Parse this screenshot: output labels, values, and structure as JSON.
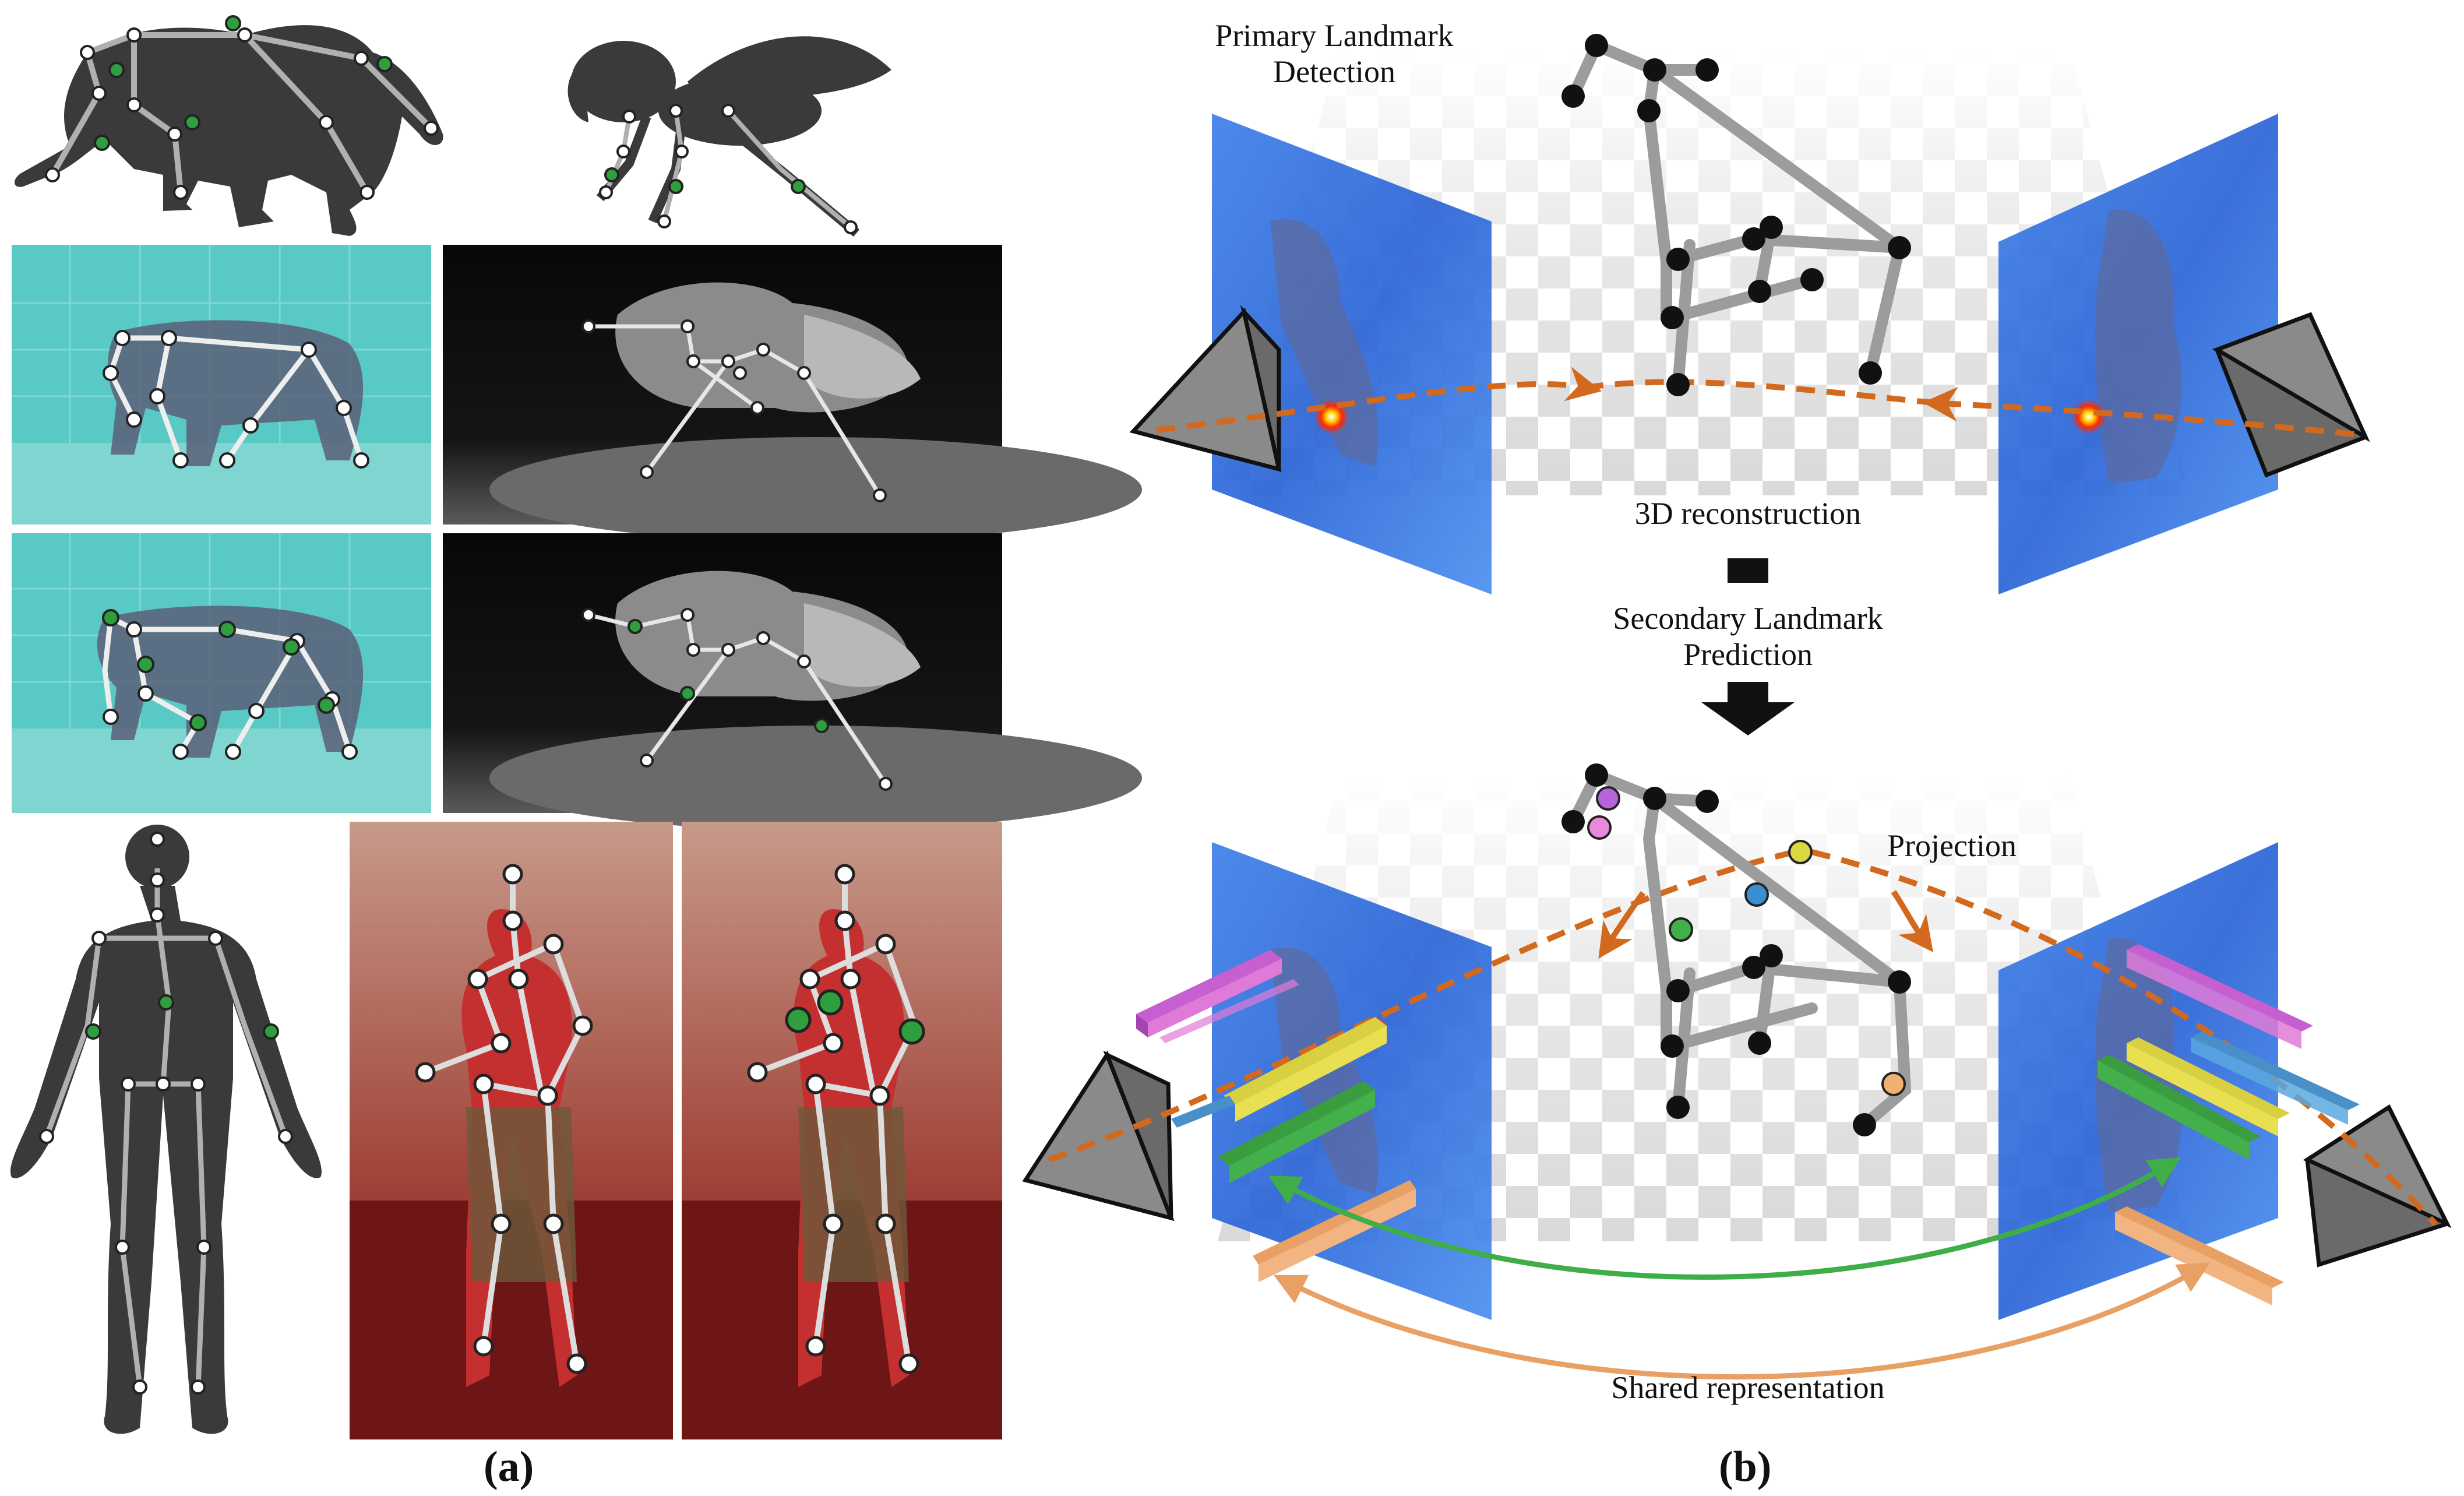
{
  "figure": {
    "panel_a_label": "(a)",
    "panel_b_label": "(b)"
  },
  "panel_b": {
    "primary_landmark_detection": "Primary Landmark\nDetection",
    "reconstruction": "3D reconstruction",
    "secondary_landmark_prediction": "Secondary Landmark\nPrediction",
    "projection": "Projection",
    "shared_representation": "Shared representation"
  },
  "colors": {
    "skeleton_bone": "#9c9c9c",
    "primary_joint": "#111111",
    "secondary_joint": "#2e9e3e",
    "ray_arrow": "#d2691e",
    "shared_arrow_green": "#3fae49",
    "shared_arrow_orange": "#e8a064",
    "camera_plane": "#1e6ee6",
    "monkey_bg": "#57c7c2",
    "fly_bg": "#0a0a0a",
    "human_bg": "#7a1f1f",
    "silhouette": "#3a3a3a"
  }
}
